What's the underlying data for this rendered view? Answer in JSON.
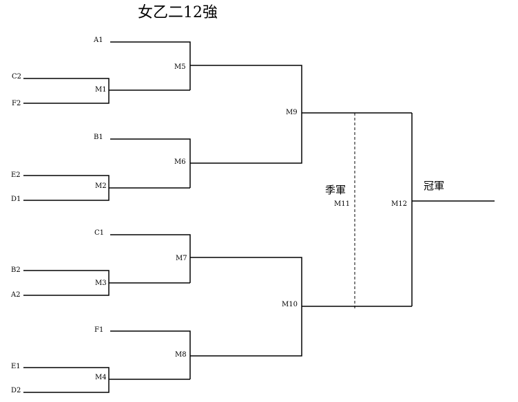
{
  "title": "女乙二12強",
  "seeds": {
    "a1": "A1",
    "c2": "C2",
    "f2": "F2",
    "b1": "B1",
    "e2": "E2",
    "d1": "D1",
    "c1": "C1",
    "b2": "B2",
    "a2": "A2",
    "f1": "F1",
    "e1": "E1",
    "d2": "D2"
  },
  "matches": {
    "m1": "M1",
    "m2": "M2",
    "m3": "M3",
    "m4": "M4",
    "m5": "M5",
    "m6": "M6",
    "m7": "M7",
    "m8": "M8",
    "m9": "M9",
    "m10": "M10",
    "m11": "M11",
    "m12": "M12"
  },
  "third_place_label": "季軍",
  "champion_label": "冠軍"
}
